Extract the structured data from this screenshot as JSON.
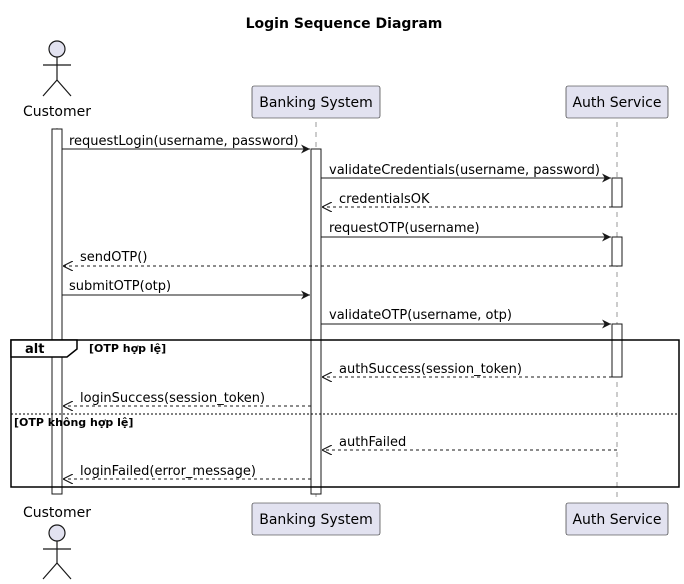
{
  "title": "Login Sequence Diagram",
  "participants": {
    "customer": "Customer",
    "bank": "Banking System",
    "auth": "Auth Service"
  },
  "messages": {
    "m1": "requestLogin(username, password)",
    "m2": "validateCredentials(username, password)",
    "m3": "credentialsOK",
    "m4": "requestOTP(username)",
    "m5": "sendOTP()",
    "m6": "submitOTP(otp)",
    "m7": "validateOTP(username, otp)",
    "m8": "authSuccess(session_token)",
    "m9": "loginSuccess(session_token)",
    "m10": "authFailed",
    "m11": "loginFailed(error_message)"
  },
  "fragment": {
    "keyword": "alt",
    "guard_1": "[OTP hợp lệ]",
    "guard_2": "[OTP không hợp lệ]"
  }
}
